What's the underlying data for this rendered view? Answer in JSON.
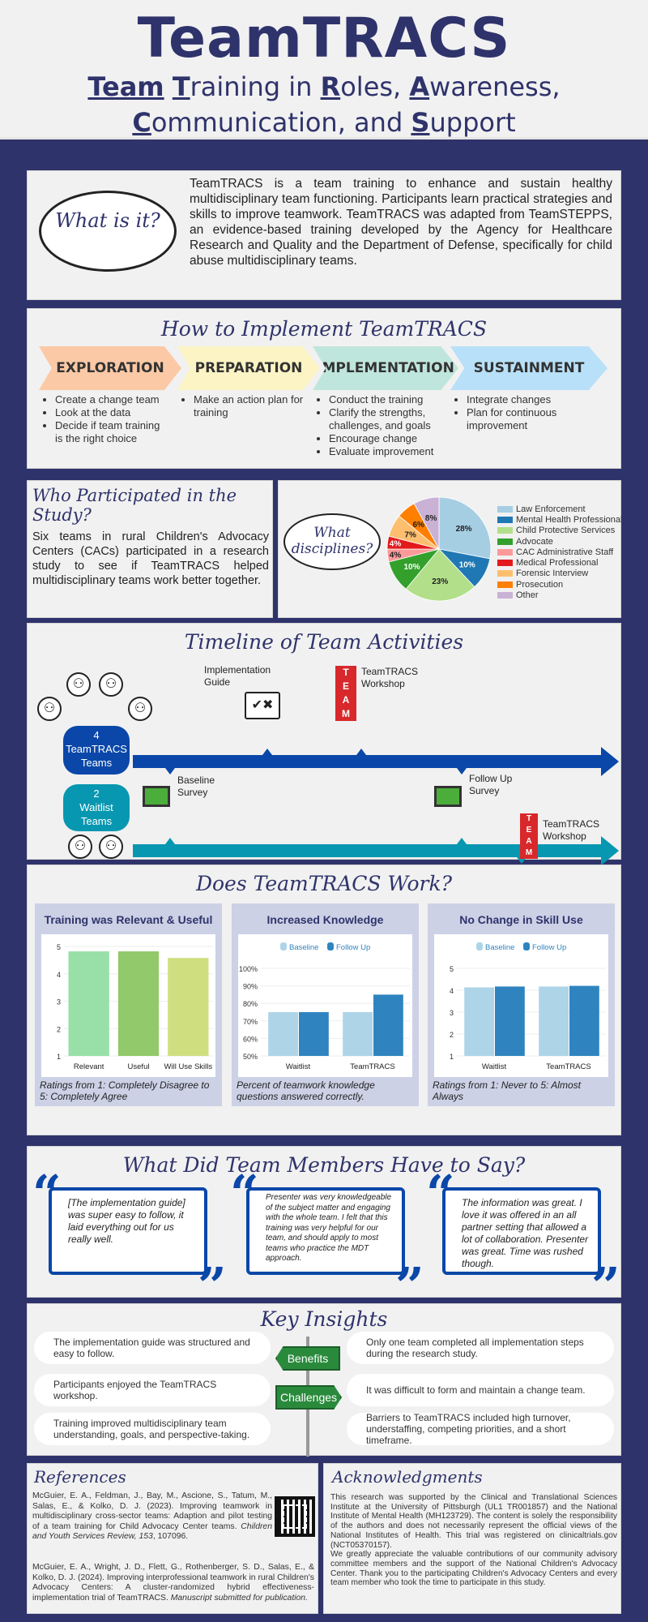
{
  "header": {
    "title": "TeamTRACS",
    "subtitle_line1": [
      "Team",
      " ",
      "T",
      "raining in ",
      "R",
      "oles, ",
      "A",
      "wareness,"
    ],
    "subtitle_line2": [
      "C",
      "ommunication, and ",
      "S",
      "upport"
    ]
  },
  "what": {
    "bubble": "What is it?",
    "text": "TeamTRACS is a team training to enhance and sustain healthy multidisciplinary team functioning. Participants learn practical strategies and skills to improve teamwork. TeamTRACS was adapted from TeamSTEPPS, an evidence-based training developed by the Agency for Healthcare Research and Quality and the Department of Defense, specifically for child abuse multidisciplinary teams."
  },
  "implement": {
    "title": "How to Implement TeamTRACS",
    "steps": [
      {
        "label": "EXPLORATION",
        "color": "#fcc9a6",
        "items": [
          "Create a change team",
          "Look at the data",
          "Decide if team training is the right choice"
        ]
      },
      {
        "label": "PREPARATION",
        "color": "#fcf4c4",
        "items": [
          "Make an action plan for training"
        ]
      },
      {
        "label": "IMPLEMENTATION",
        "color": "#bfe6dc",
        "items": [
          "Conduct the training",
          "Clarify the strengths, challenges, and goals",
          "Encourage change",
          "Evaluate improvement"
        ]
      },
      {
        "label": "SUSTAINMENT",
        "color": "#b8e0f8",
        "items": [
          "Integrate changes",
          "Plan for continuous improvement"
        ]
      }
    ]
  },
  "who": {
    "title": "Who Participated in the Study?",
    "text": "Six teams in rural Children's Advocacy Centers (CACs) participated in a research study to see if TeamTRACS helped multidisciplinary teams work better together.",
    "bubble": "What disciplines?"
  },
  "chart_data": [
    {
      "type": "pie",
      "title": "What disciplines?",
      "categories": [
        "Law Enforcement",
        "Mental Health Professional",
        "Child Protective Services",
        "Advocate",
        "CAC Administrative Staff",
        "Medical Professional",
        "Forensic Interview",
        "Prosecution",
        "Other"
      ],
      "values": [
        28,
        10,
        23,
        10,
        4,
        4,
        7,
        6,
        8
      ],
      "labels": [
        "28%",
        "10%",
        "23%",
        "10%",
        "4%",
        "4%",
        "7%",
        "6%",
        "8%"
      ],
      "colors": [
        "#a6cee3",
        "#1f78b4",
        "#b2df8a",
        "#33a02c",
        "#fb9a99",
        "#e31a1c",
        "#fdbf6f",
        "#ff7f00",
        "#cab2d6"
      ],
      "legend": "right"
    },
    {
      "type": "bar",
      "title": "Training was Relevant & Useful",
      "categories": [
        "Relevant",
        "Useful",
        "Will Use Skills"
      ],
      "values": [
        4.82,
        4.82,
        4.58
      ],
      "colors": [
        "#98e0a8",
        "#92c96a",
        "#cfdf80"
      ],
      "ylim": [
        1,
        5
      ],
      "yticks": [
        "1",
        "2",
        "3",
        "4",
        "5"
      ],
      "note": "Ratings from 1: Completely Disagree to 5: Completely Agree"
    },
    {
      "type": "bar",
      "title": "Increased Knowledge",
      "categories": [
        "Waitlist",
        "TeamTRACS"
      ],
      "series": [
        {
          "name": "Baseline",
          "values": [
            75,
            75
          ],
          "color": "#aed4e8"
        },
        {
          "name": "Follow Up",
          "values": [
            75,
            85
          ],
          "color": "#2f84bf"
        }
      ],
      "ylim": [
        50,
        100
      ],
      "yticks": [
        "50%",
        "60%",
        "70%",
        "80%",
        "90%",
        "100%"
      ],
      "legend": "top",
      "note": "Percent of teamwork knowledge questions answered correctly."
    },
    {
      "type": "bar",
      "title": "No Change in Skill Use",
      "categories": [
        "Waitlist",
        "TeamTRACS"
      ],
      "series": [
        {
          "name": "Baseline",
          "values": [
            4.13,
            4.17
          ],
          "color": "#aed4e8"
        },
        {
          "name": "Follow Up",
          "values": [
            4.17,
            4.2
          ],
          "color": "#2f84bf"
        }
      ],
      "ylim": [
        1,
        5
      ],
      "yticks": [
        "1",
        "2",
        "3",
        "4",
        "5"
      ],
      "legend": "top",
      "note": "Ratings from 1: Never to 5: Almost Always"
    }
  ],
  "timeline": {
    "title": "Timeline of Team Activities",
    "team1": {
      "count": "4",
      "label": "TeamTRACS Teams"
    },
    "team2": {
      "count": "2",
      "label": "Waitlist Teams"
    },
    "guide": "Implementation Guide",
    "workshop1": "TeamTRACS Workshop",
    "baseline": "Baseline Survey",
    "followup": "Follow Up Survey",
    "workshop2": "TeamTRACS Workshop",
    "cube_letters": [
      "T",
      "E",
      "A",
      "M"
    ]
  },
  "works": {
    "title": "Does TeamTRACS Work?"
  },
  "quotes": {
    "title": "What Did Team Members Have to Say?",
    "items": [
      "[The implementation guide] was super easy to follow, it laid everything out for us really well.",
      "Presenter was very knowledgeable of the subject matter and engaging with the whole team. I felt that this training was very helpful for our team, and should apply to most teams who practice the MDT approach.",
      "The information was great. I love it was offered in an all partner setting that allowed a lot of collaboration. Presenter was great. Time was rushed though."
    ],
    "open": "“",
    "close": "”"
  },
  "insights": {
    "title": "Key Insights",
    "benefits_label": "Benefits",
    "challenges_label": "Challenges",
    "benefits": [
      "The implementation guide was structured and easy to follow.",
      "Participants enjoyed the TeamTRACS workshop.",
      "Training improved multidisciplinary team understanding, goals, and perspective-taking."
    ],
    "challenges": [
      "Only one team completed all implementation steps during the research study.",
      "It was difficult to form and maintain a change team.",
      "Barriers to TeamTRACS included high turnover, understaffing, competing priorities, and a short timeframe."
    ]
  },
  "references": {
    "title": "References",
    "ref1": "McGuier, E. A., Feldman, J., Bay, M., Ascione, S., Tatum, M., Salas, E., & Kolko, D. J. (2023). Improving teamwork in multidisciplinary cross-sector teams: Adaption and pilot testing of a team training for Child Advocacy Center teams. ",
    "ref1_journal": "Children and Youth Services Review, 153",
    "ref1_end": ", 107096.",
    "ref2": "McGuier, E. A., Wright, J. D., Flett, G., Rothenberger, S. D., Salas, E., & Kolko, D. J. (2024). Improving interprofessional teamwork in rural Children's Advocacy Centers: A cluster-randomized hybrid effectiveness-implementation trial of TeamTRACS. ",
    "ref2_note": "Manuscript submitted for publication."
  },
  "acknowledgments": {
    "title": "Acknowledgments",
    "p1": "This research was supported by the Clinical and Translational Sciences Institute at the University of Pittsburgh (UL1 TR001857) and the National Institute of Mental Health (MH123729). The content is solely the responsibility of the authors and does not necessarily represent the official views of the National Institutes of Health. This trial was registered on clinicaltrials.gov (NCT05370157).",
    "p2": "We greatly appreciate the valuable contributions of our community advisory committee members and the support of the National Children's Advocacy Center. Thank you to the participating Children's Advocacy Centers and every team member who took the time to participate in this study."
  }
}
